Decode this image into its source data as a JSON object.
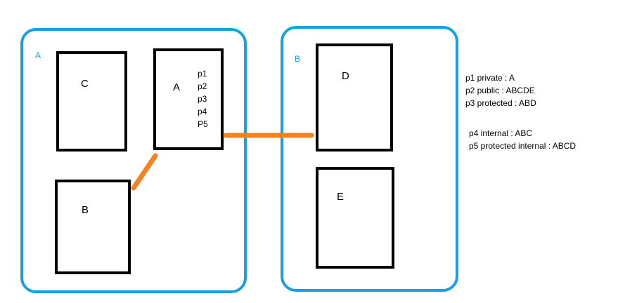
{
  "assemblies": {
    "left": {
      "label": "A"
    },
    "right": {
      "label": "B"
    }
  },
  "classes": {
    "c": {
      "label": "C"
    },
    "a": {
      "label": "A",
      "members": [
        "p1",
        "p2",
        "p3",
        "p4",
        "P5"
      ]
    },
    "b": {
      "label": "B"
    },
    "d": {
      "label": "D"
    },
    "e": {
      "label": "E"
    }
  },
  "legend": {
    "group1": [
      "p1 private : A",
      "p2 public : ABCDE",
      "p3 protected : ABD"
    ],
    "group2": [
      "p4 internal : ABC",
      "p5 protected internal : ABCD"
    ]
  },
  "colors": {
    "assembly_border": "#1aa0e0",
    "class_border": "#000000",
    "connector": "#f58220"
  }
}
